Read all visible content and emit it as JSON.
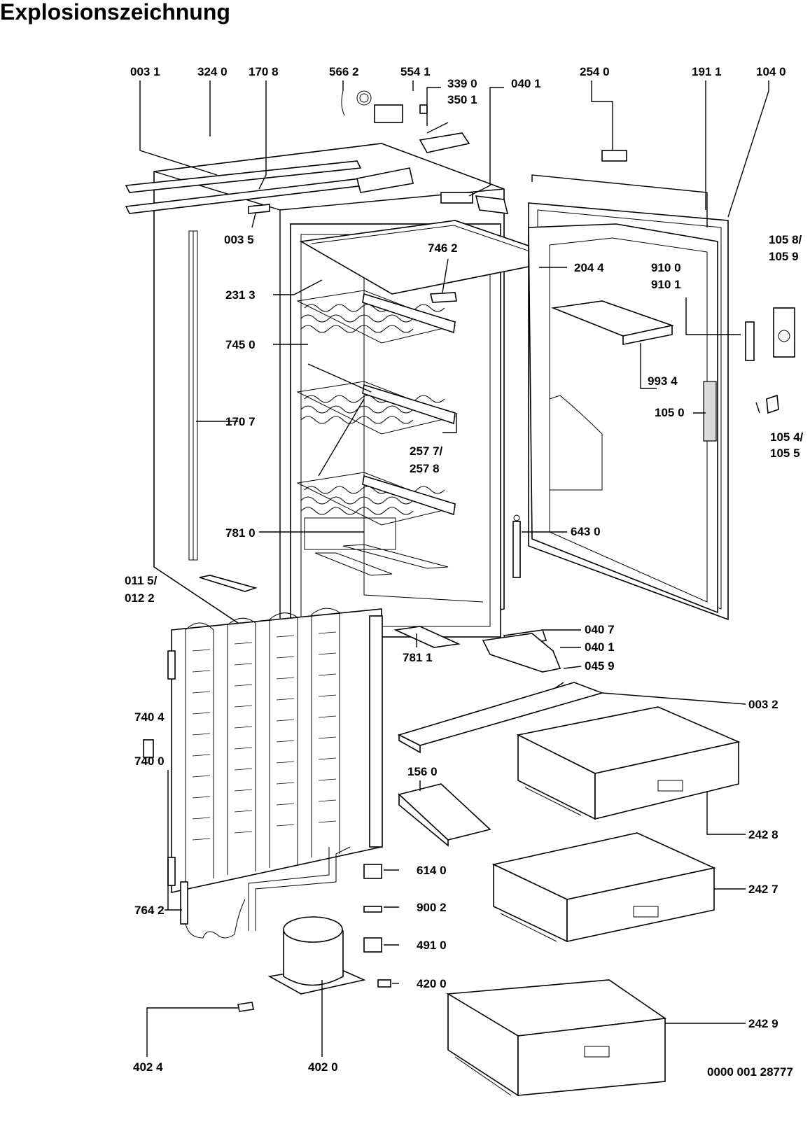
{
  "title": "Explosionszeichnung",
  "doc_number": "0000 001 28777",
  "labels": {
    "l0031": "003 1",
    "l3240": "324 0",
    "l1708": "170 8",
    "l5662": "566 2",
    "l5541": "554 1",
    "l3390": "339 0",
    "l3501": "350 1",
    "l0401a": "040 1",
    "l2540": "254 0",
    "l1911": "191 1",
    "l1040": "104 0",
    "l0035": "003 5",
    "l7462": "746 2",
    "l2044": "204 4",
    "l9100": "910 0",
    "l9101": "910 1",
    "l1058": "105 8/",
    "l1059": "105 9",
    "l2313": "231 3",
    "l7450": "745 0",
    "l9934": "993 4",
    "l1050": "105 0",
    "l1707": "170 7",
    "l1054": "105 4/",
    "l1055": "105 5",
    "l2577": "257 7/",
    "l2578": "257 8",
    "l6430": "643 0",
    "l7810": "781 0",
    "l0115": "011 5/",
    "l0122": "012 2",
    "l0407": "040 7",
    "l7811": "781 1",
    "l0401b": "040 1",
    "l0459": "045 9",
    "l7404": "740 4",
    "l0032": "003 2",
    "l7400": "740 0",
    "l1560": "156 0",
    "l2428": "242 8",
    "l6140": "614 0",
    "l2427": "242 7",
    "l9002": "900 2",
    "l7642": "764 2",
    "l4910": "491 0",
    "l4200": "420 0",
    "l2429": "242 9",
    "l4024": "402 4",
    "l4020": "402 0"
  }
}
